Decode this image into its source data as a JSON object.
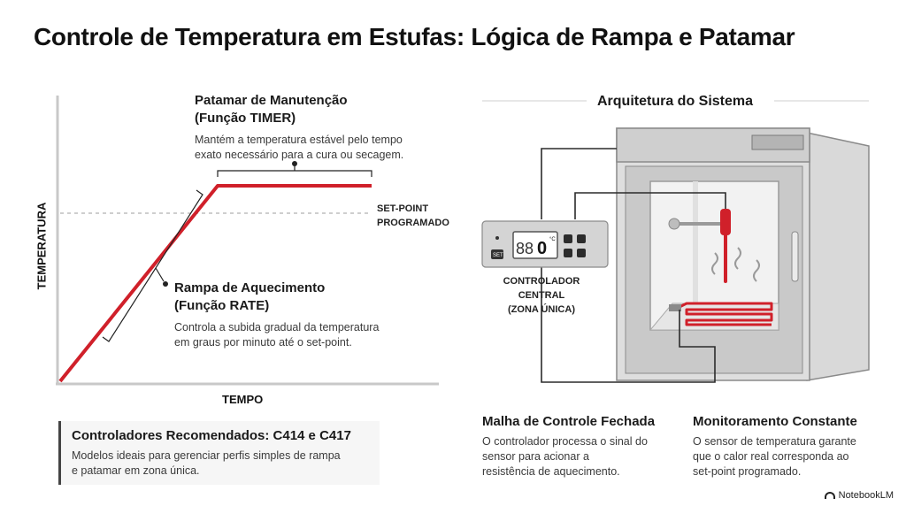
{
  "title": "Controle de Temperatura em Estufas: Lógica de Rampa e Patamar",
  "chart": {
    "y_axis_label": "TEMPERATURA",
    "x_axis_label": "TEMPO",
    "setpoint_label_line1": "SET-POINT",
    "setpoint_label_line2": "PROGRAMADO",
    "patamar": {
      "title_line1": "Patamar de Manutenção",
      "title_line2": "(Função TIMER)",
      "desc_line1": "Mantém a temperatura estável pelo tempo",
      "desc_line2": "exato necessário para a cura ou secagem."
    },
    "rampa": {
      "title_line1": "Rampa de Aquecimento",
      "title_line2": "(Função RATE)",
      "desc_line1": "Controla a subida gradual da temperatura",
      "desc_line2": "em graus por minuto até o set-point."
    }
  },
  "recommended": {
    "title": "Controladores Recomendados: C414 e C417",
    "desc_line1": "Modelos ideais para gerenciar perfis simples de rampa",
    "desc_line2": "e patamar em zona única."
  },
  "architecture": {
    "title": "Arquitetura do Sistema",
    "controller_label_line1": "CONTROLADOR CENTRAL",
    "controller_label_line2": "(ZONA ÚNICA)",
    "display_digits": "88",
    "display_last_digit": "0",
    "display_unit": "°C",
    "set_key": "SET"
  },
  "closed_loop": {
    "title": "Malha de Controle Fechada",
    "desc_line1": "O controlador processa o sinal do",
    "desc_line2": "sensor para acionar a",
    "desc_line3": "resistência de aquecimento."
  },
  "monitoring": {
    "title": "Monitoramento Constante",
    "desc_line1": "O sensor de temperatura garante",
    "desc_line2": "que o calor real corresponda ao",
    "desc_line3": "set-point programado."
  },
  "brand": "NotebookLM",
  "colors": {
    "accent_red": "#d0202a",
    "wire": "#2b2b2b",
    "oven_gray": "#d6d6d6"
  }
}
